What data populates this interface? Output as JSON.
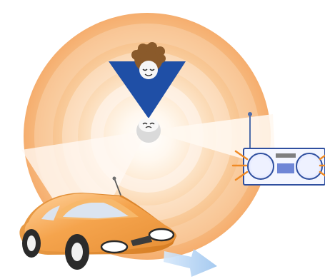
{
  "illustration": {
    "subjects": [
      "person-top-view",
      "radio-controller",
      "toy-car"
    ],
    "colors": {
      "background": "#ffffff",
      "radial_outer": "#f4a460",
      "radial_mid": "#f8c48c",
      "radial_inner": "#fde9d6",
      "person_body": "#1f4fa6",
      "person_hair": "#8a5a2b",
      "person_skin": "#f6f6f6",
      "controller_outline": "#2f4f9f",
      "controller_panel": "#e8eaf6",
      "controller_screen": "#7f7f7f",
      "controller_button": "#6f86d6",
      "signal_lines": "#f08a24",
      "car_body": "#f5a44d",
      "car_shade": "#e38929",
      "car_windows": "#d7e9ff",
      "tires": "#2b2b2b",
      "arrow": "#b9d5f4"
    },
    "icons": [
      "radio-controller-icon",
      "car-icon",
      "person-icon",
      "signal-lines-icon",
      "arrow-icon"
    ]
  }
}
